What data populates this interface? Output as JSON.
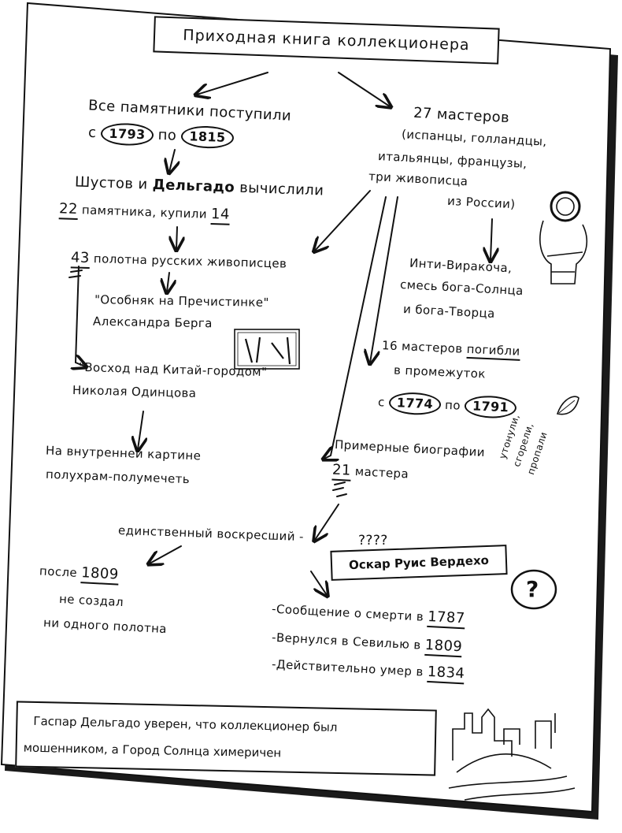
{
  "title": "Приходная книга коллекционера",
  "left_top": {
    "line1": "Все памятники поступили",
    "from_word": "с",
    "year_from": "1793",
    "to_word": "по",
    "year_to": "1815"
  },
  "calc": {
    "line1_pre": "Шустов и",
    "line1_name": "Дельгадо",
    "line1_post": "вычислили",
    "count_total": "22",
    "line2_mid": "памятника, купили",
    "count_bought": "14"
  },
  "canvases": {
    "count": "43",
    "text": "полотна русских живописцев"
  },
  "paintings": [
    {
      "title": "\"Особняк на Пречистинке\"",
      "author": "Александра Берга"
    },
    {
      "title": "\"Восход над Китай-городом\"",
      "author": "Николая Одинцова"
    }
  ],
  "inner_picture": {
    "line1": "На внутренней картине",
    "line2": "полухрам-полумечеть"
  },
  "masters": {
    "line1": "27 мастеров",
    "line2": "(испанцы, голландцы,",
    "line3": "итальянцы, французы,",
    "line4": "три живописца",
    "line5": "из России)"
  },
  "inti": {
    "line1": "Инти-Виракоча,",
    "line2": "смесь бога-Солнца",
    "line3": "и бога-Творца"
  },
  "died": {
    "line1_pre": "16 мастеров",
    "line1_ul": "погибли",
    "line2": "в промежуток",
    "from_word": "с",
    "year_from": "1774",
    "to_word": "по",
    "year_to": "1791"
  },
  "fates": {
    "line1": "утонули,",
    "line2": "сгорели,",
    "line3": "пропали"
  },
  "bios": {
    "line1": "Примерные биографии",
    "count": "21",
    "line2": "мастера"
  },
  "resurrected": {
    "label": "единственный воскресший -",
    "name": "Оскар Руис Вердехо",
    "marks": "????",
    "qmark": "?"
  },
  "after": {
    "pre": "после",
    "year": "1809",
    "line2": "не создал",
    "line3": "ни одного полотна"
  },
  "facts": [
    {
      "text": "-Сообщение о смерти в",
      "year": "1787"
    },
    {
      "text": "-Вернулся в Севилью в",
      "year": "1809"
    },
    {
      "text": "-Действительно умер в",
      "year": "1834"
    }
  ],
  "conclusion": {
    "line1": "Гаспар Дельгадо уверен, что коллекционер был",
    "line2": "мошенником, а Город Солнца химеричен"
  }
}
